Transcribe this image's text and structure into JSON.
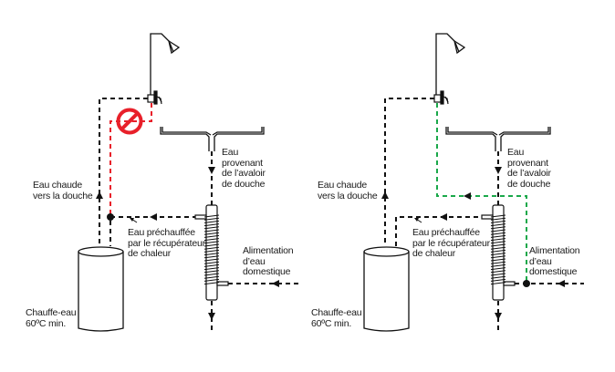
{
  "colors": {
    "line": "#111111",
    "blocked": "#e8202a",
    "allowed": "#1aa84a"
  },
  "panels": [
    {
      "id": "left",
      "state": "blocked",
      "labels": {
        "hot_water": "Eau chaude\nvers la douche",
        "drain_water": "Eau\nprovenant\nde l’avaloir\nde douche",
        "preheated": "Eau préchauffée\npar le récupérateur\nde chaleur",
        "supply": "Alimentation\nd’eau\ndomestique",
        "heater": "Chauffe-eau\n60ºC min."
      },
      "icons": [
        "shower-head-icon",
        "mixing-valve-icon",
        "prohibited-icon",
        "shower-tray-icon",
        "heat-exchanger-icon",
        "water-heater-icon"
      ]
    },
    {
      "id": "right",
      "state": "allowed",
      "labels": {
        "hot_water": "Eau chaude\nvers la douche",
        "drain_water": "Eau\nprovenant\nde l’avaloir\nde douche",
        "preheated": "Eau préchauffée\npar le récupérateur\nde chaleur",
        "supply": "Alimentation\nd’eau\ndomestique",
        "heater": "Chauffe-eau\n60ºC min."
      },
      "icons": [
        "shower-head-icon",
        "mixing-valve-icon",
        "shower-tray-icon",
        "heat-exchanger-icon",
        "water-heater-icon"
      ]
    }
  ]
}
